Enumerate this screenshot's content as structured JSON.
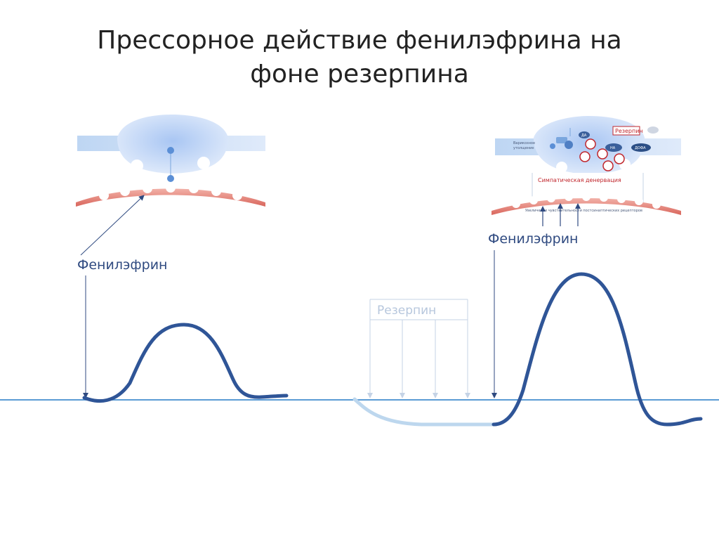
{
  "title": "Прессорное действие фенилэфрина на\nфоне резерпина",
  "labels": {
    "phenylephrine_left": "Фенилэфрин",
    "phenylephrine_right": "Фенилэфрин",
    "reserpine": "Резерпин"
  },
  "inset_right": {
    "varicose": [
      "Варикозное",
      "утолщение"
    ],
    "reserpine_box": "Резерпин",
    "denervation": "Симпатическая денервация",
    "receptors_caption": "Увеличение чувствительности постсинаптических рецепторов",
    "node_da": "ДА",
    "node_dopa": "ДОФА",
    "node_na": "НА"
  },
  "colors": {
    "curve": "#2f5597",
    "curve_faded": "#bdd7ee",
    "baseline": "#5b9bd5",
    "muscle": "#e0786e",
    "varicosity": "#bcd3f5",
    "arrow": "#2f4a80",
    "reserpine_arrows": "#c5d3e6",
    "denervation_red": "#c0262c"
  }
}
